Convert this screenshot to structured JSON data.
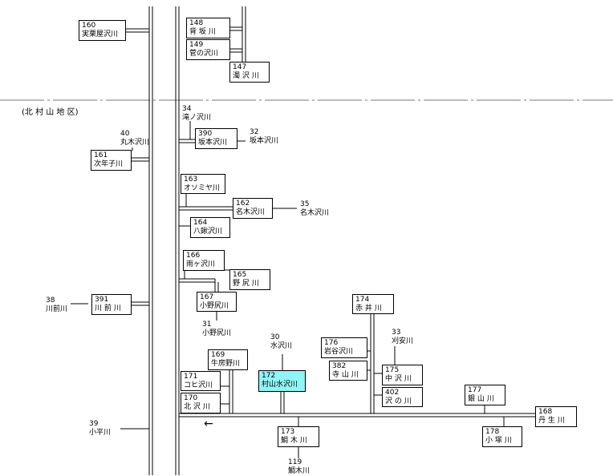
{
  "region_label": "(北 村 山 地 区)",
  "boxes": [
    {
      "id": "b160",
      "num": "160",
      "name": "実栗屋沢川"
    },
    {
      "id": "b148",
      "num": "148",
      "name": "背 坂 川"
    },
    {
      "id": "b149",
      "num": "149",
      "name": "菅の沢川"
    },
    {
      "id": "b147",
      "num": "147",
      "name": "濁 沢 川"
    },
    {
      "id": "b390",
      "num": "390",
      "name": "坂本沢川"
    },
    {
      "id": "b161",
      "num": "161",
      "name": "次年子川"
    },
    {
      "id": "b163",
      "num": "163",
      "name": "オソミヤ川"
    },
    {
      "id": "b162",
      "num": "162",
      "name": "名木沢川"
    },
    {
      "id": "b164",
      "num": "164",
      "name": "八鍬沢川"
    },
    {
      "id": "b166",
      "num": "166",
      "name": "雨ヶ沢川"
    },
    {
      "id": "b165",
      "num": "165",
      "name": "野 尻 川"
    },
    {
      "id": "b167",
      "num": "167",
      "name": "小野尻川"
    },
    {
      "id": "b391",
      "num": "391",
      "name": "川 前 川"
    },
    {
      "id": "b174",
      "num": "174",
      "name": "赤 井 川"
    },
    {
      "id": "b176",
      "num": "176",
      "name": "岩谷沢川"
    },
    {
      "id": "b382",
      "num": "382",
      "name": "寺 山 川"
    },
    {
      "id": "b169",
      "num": "169",
      "name": "牛房野川"
    },
    {
      "id": "b172",
      "num": "172",
      "name": "村山水沢川"
    },
    {
      "id": "b171",
      "num": "171",
      "name": "コヒ沢川"
    },
    {
      "id": "b170",
      "num": "170",
      "name": "北 沢 川"
    },
    {
      "id": "b175",
      "num": "175",
      "name": "中 沢 川"
    },
    {
      "id": "b402",
      "num": "402",
      "name": "沢 の 川"
    },
    {
      "id": "b177",
      "num": "177",
      "name": "銀 山 川"
    },
    {
      "id": "b168",
      "num": "168",
      "name": "丹 生 川"
    },
    {
      "id": "b173",
      "num": "173",
      "name": "鯛 木 川"
    },
    {
      "id": "b178",
      "num": "178",
      "name": "小 塚 川"
    }
  ],
  "labels": [
    {
      "id": "l34",
      "num": "34",
      "name": "滝ノ沢川"
    },
    {
      "id": "l32",
      "num": "32",
      "name": "坂本沢川"
    },
    {
      "id": "l40",
      "num": "40",
      "name": "丸木沢川"
    },
    {
      "id": "l35",
      "num": "35",
      "name": "名木沢川"
    },
    {
      "id": "l38",
      "num": "38",
      "name": "川前川"
    },
    {
      "id": "l31",
      "num": "31",
      "name": "小野尻川"
    },
    {
      "id": "l30",
      "num": "30",
      "name": "水沢川"
    },
    {
      "id": "l33",
      "num": "33",
      "name": "刈安川"
    },
    {
      "id": "l39",
      "num": "39",
      "name": "小平川"
    },
    {
      "id": "l119",
      "num": "119",
      "name": "鯛木川"
    }
  ],
  "highlight_color": "#8ff5f5",
  "flow_arrow": "←"
}
